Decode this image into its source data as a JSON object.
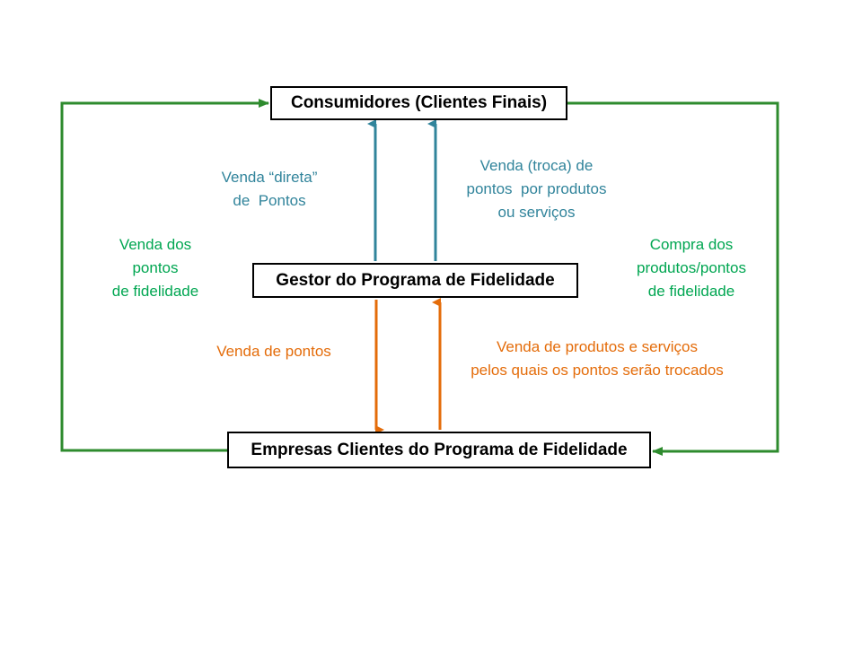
{
  "nodes": {
    "consumidores": "Consumidores (Clientes Finais)",
    "gestor": "Gestor do Programa de Fidelidade",
    "empresas": "Empresas Clientes do Programa de Fidelidade"
  },
  "labels": {
    "venda_direta": [
      "Venda “direta”",
      "de  Pontos"
    ],
    "venda_troca": [
      "Venda (troca) de",
      "pontos  por produtos",
      "ou serviços"
    ],
    "venda_dos_pontos": [
      "Venda dos",
      "pontos",
      "de fidelidade"
    ],
    "compra_dos": [
      "Compra dos",
      "produtos/pontos",
      "de fidelidade"
    ],
    "venda_de_pontos": [
      "Venda de pontos"
    ],
    "venda_produtos": [
      "Venda de produtos e serviços",
      "pelos quais os pontos serão trocados"
    ]
  },
  "colors": {
    "teal": "#31849b",
    "green": "#2e8b2e",
    "orange": "#e46c0a",
    "label_green": "#00a651"
  }
}
